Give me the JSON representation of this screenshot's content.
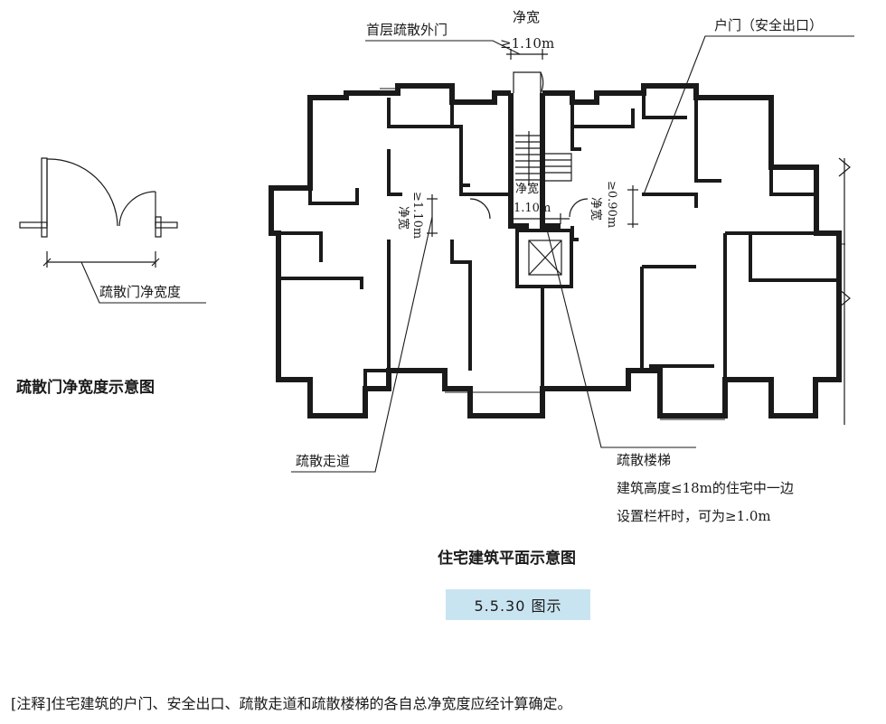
{
  "left_diagram": {
    "door_label": "疏散门净宽度",
    "title": "疏散门净宽度示意图"
  },
  "plan": {
    "label_exterior_door": "首层疏散外门",
    "label_width_top_a": "净宽",
    "label_width_top_b": "≥1.10m",
    "label_unit_door": "户门（安全出口）",
    "label_corridor_width_a": "净宽",
    "label_corridor_width_b": "≥1.10m",
    "label_stair_width_a": "净宽",
    "label_stair_width_b": "1.10m",
    "label_unit_door_width_a": "净宽",
    "label_unit_door_width_b": "≥0.90m",
    "label_corridor": "疏散走道",
    "label_stair": "疏散楼梯",
    "stair_note_line1": "建筑高度≤18m的住宅中一边",
    "stair_note_line2": "设置栏杆时，可为≥1.0m",
    "title": "住宅建筑平面示意图"
  },
  "figure_label": "5.5.30 图示",
  "note": "[注释]住宅建筑的户门、安全出口、疏散走道和疏散楼梯的各自总净宽度应经计算确定。"
}
